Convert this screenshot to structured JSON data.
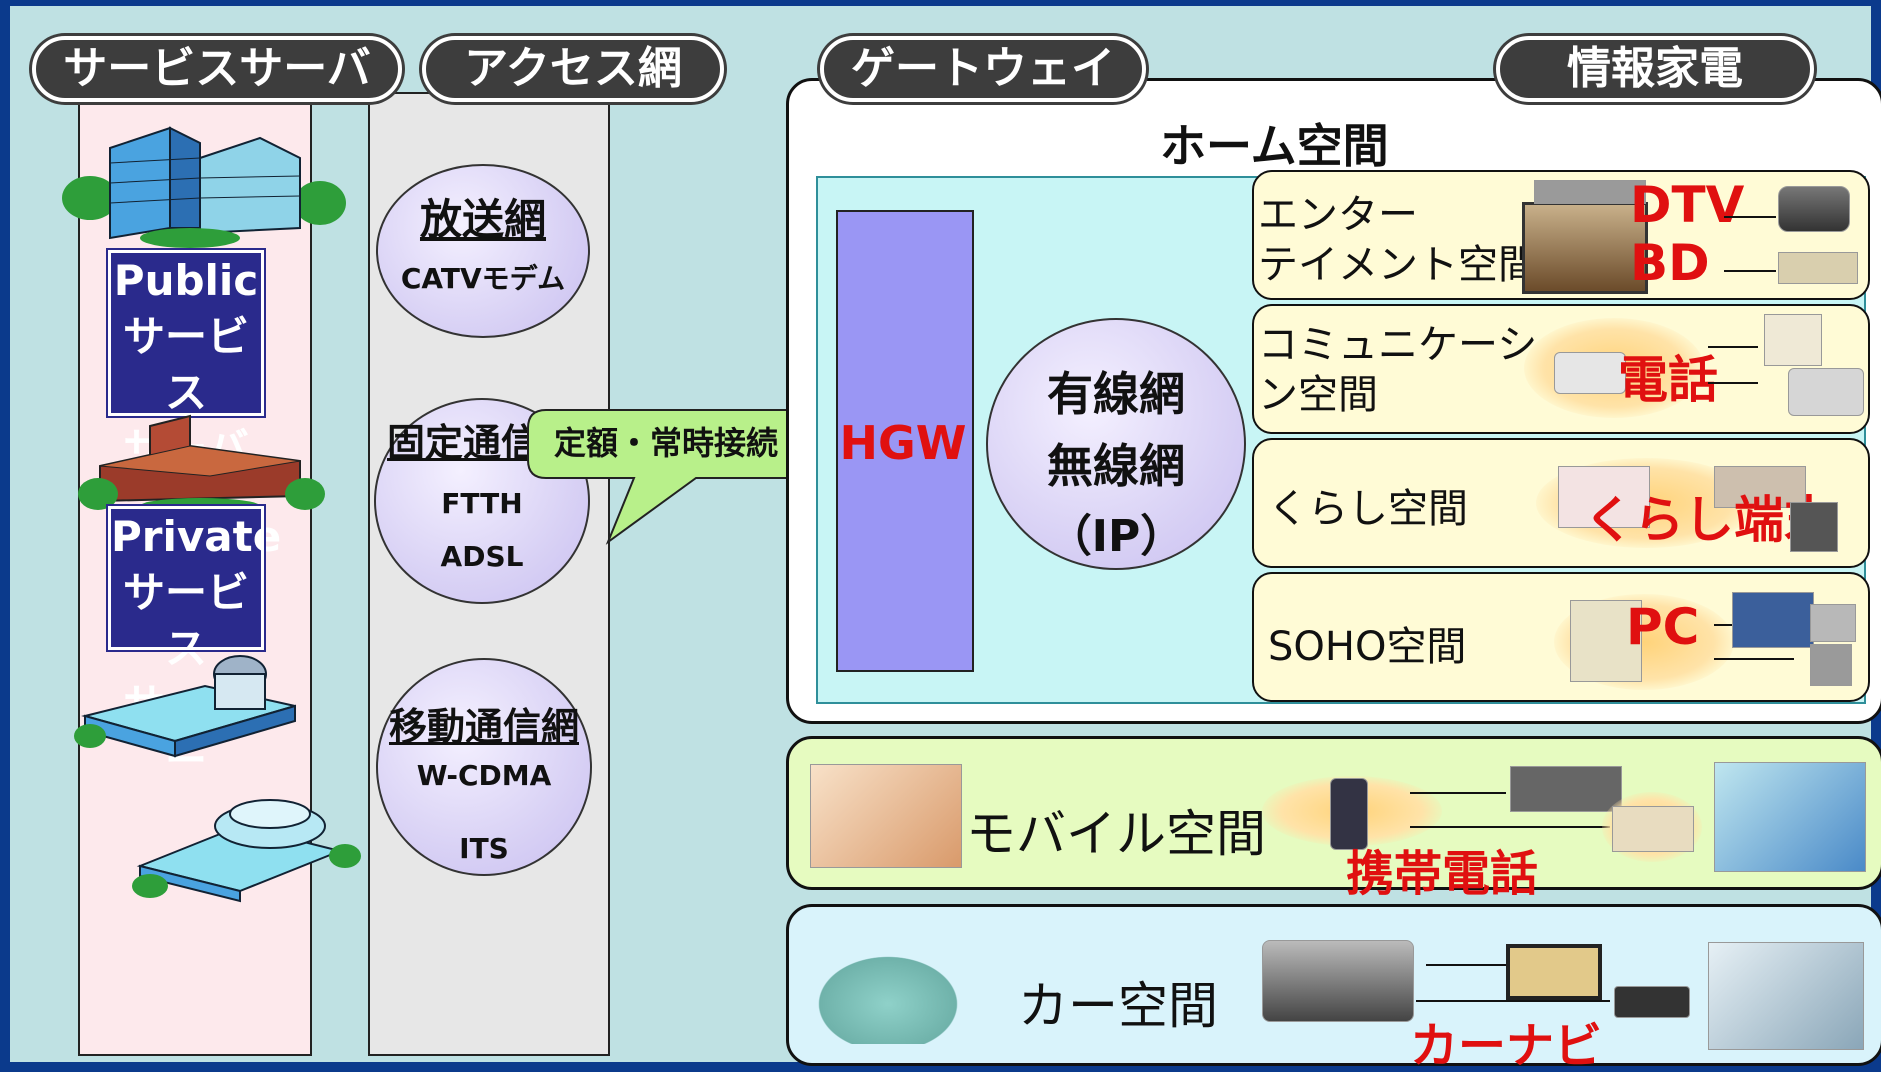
{
  "headers": {
    "service_server": "サービスサーバ",
    "access_network": "アクセス網",
    "gateway": "ゲートウェイ",
    "info_appliances": "情報家電"
  },
  "service_servers": {
    "public": [
      "Public",
      "サービス",
      "サーバー"
    ],
    "private": [
      "Private",
      "サービス",
      "サーバー"
    ]
  },
  "access_networks": [
    {
      "title": "放送網",
      "items": [
        "CATVモデム"
      ]
    },
    {
      "title": "固定通信網",
      "items": [
        "FTTH",
        "ADSL"
      ]
    },
    {
      "title": "移動通信網",
      "items": [
        "W-CDMA",
        "ITS"
      ]
    }
  ],
  "callout": "定額・常時接続",
  "home": {
    "title": "ホーム空間",
    "hgw": "HGW",
    "network": [
      "有線網",
      "無線網",
      "（IP）"
    ],
    "spaces": [
      {
        "label": [
          "エンター",
          "テイメント空間"
        ],
        "devices": [
          "DTV",
          "BD"
        ]
      },
      {
        "label": [
          "コミュニケーショ",
          "ン空間"
        ],
        "devices": [
          "電話"
        ]
      },
      {
        "label": [
          "くらし空間"
        ],
        "devices": [
          "くらし端末"
        ]
      },
      {
        "label": [
          "SOHO空間"
        ],
        "devices": [
          "PC"
        ]
      }
    ]
  },
  "mobile": {
    "label": "モバイル空間",
    "device": "携帯電話"
  },
  "car": {
    "label": "カー空間",
    "device": "カーナビ"
  },
  "colors": {
    "frame": "#0b3a8c",
    "background": "#bfe1e3",
    "header": "#3d3d3d",
    "server_box": "#2a2a8c",
    "hgw": "#9a96f4",
    "device_label": "#e01010",
    "mobile_panel": "#e6fbc0",
    "car_panel": "#d9f3fb",
    "subspace": "#fffbd6"
  }
}
